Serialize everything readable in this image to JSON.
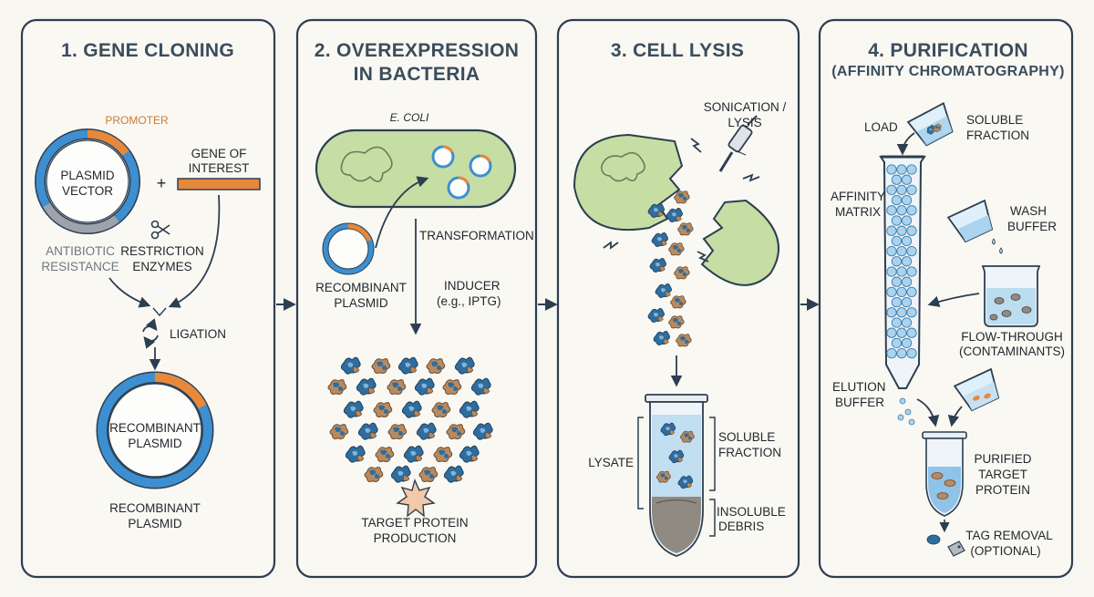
{
  "panels": [
    {
      "title": "1. GENE CLONING",
      "labels": {
        "promoter": "PROMOTER",
        "plasmid_vector_1": "PLASMID",
        "plasmid_vector_2": "VECTOR",
        "plus": "+",
        "gene_1": "GENE OF",
        "gene_2": "INTEREST",
        "antibiotic_1": "ANTIBIOTIC",
        "antibiotic_2": "RESISTANCE",
        "restriction_1": "RESTRICTION",
        "restriction_2": "ENZYMES",
        "ligation": "LIGATION",
        "ring_label_1": "RECOMBINANT",
        "ring_label_2": "PLASMID",
        "caption_1": "RECOMBINANT",
        "caption_2": "PLASMID"
      }
    },
    {
      "title_line1": "2. OVEREXPRESSION",
      "title_line2": "IN BACTERIA",
      "labels": {
        "ecoli": "E. COLI",
        "transformation": "TRANSFORMATION",
        "recombinant_1": "RECOMBINANT",
        "recombinant_2": "PLASMID",
        "inducer_1": "INDUCER",
        "inducer_2": "(e.g., IPTG)",
        "production_1": "TARGET PROTEIN",
        "production_2": "PRODUCTION"
      }
    },
    {
      "title": "3. CELL LYSIS",
      "labels": {
        "sonication_1": "SONICATION /",
        "sonication_2": "LYSIS",
        "lysate": "LYSATE",
        "soluble_1": "SOLUBLE",
        "soluble_2": "FRACTION",
        "insoluble_1": "INSOLUBLE",
        "insoluble_2": "DEBRIS"
      }
    },
    {
      "title": "4. PURIFICATION",
      "subtitle": "(AFFINITY CHROMATOGRAPHY)",
      "labels": {
        "load": "LOAD",
        "soluble_1": "SOLUBLE",
        "soluble_2": "FRACTION",
        "matrix_1": "AFFINITY",
        "matrix_2": "MATRIX",
        "wash_1": "WASH",
        "wash_2": "BUFFER",
        "flow_1": "FLOW-THROUGH",
        "flow_2": "(CONTAMINANTS)",
        "elution_1": "ELUTION",
        "elution_2": "BUFFER",
        "purified_1": "PURIFIED",
        "purified_2": "TARGET",
        "purified_3": "PROTEIN",
        "tag_1": "TAG REMOVAL",
        "tag_2": "(OPTIONAL)"
      }
    }
  ],
  "colors": {
    "panel_border": "#2d3e50",
    "plasmid_blue": "#3d8fd1",
    "promoter_orange": "#e8883a",
    "resistance_grey": "#9ca3aa",
    "cell_green": "#c6dea4",
    "cell_outline": "#4a5a3c",
    "protein_blue": "#2f6d9e",
    "protein_tan": "#b98a5e",
    "bead_blue": "#a9d3ee"
  }
}
